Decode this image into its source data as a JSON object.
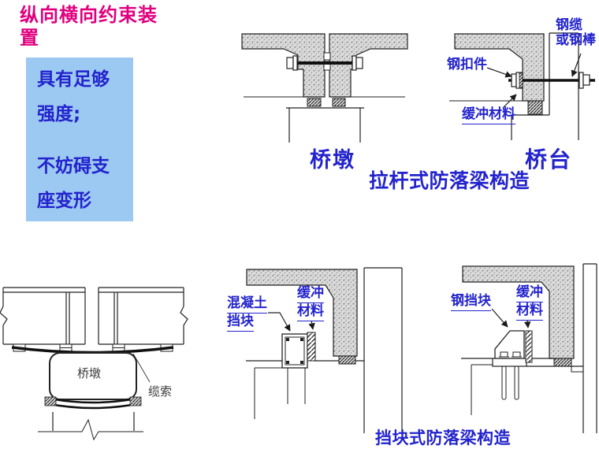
{
  "colors": {
    "title_magenta": "#E0007F",
    "label_blue": "#2323CD",
    "note_box_bg": "#9CC9F1",
    "drawing_line": "#222222",
    "concrete_fill": "#DADADA"
  },
  "title": {
    "text": "纵向横向约束装置"
  },
  "note_box": {
    "lines": [
      "具有足够",
      "强度;",
      "",
      "不妨碍支",
      "座变形"
    ]
  },
  "tie_rod": {
    "caption": "拉杆式防落梁构造",
    "pier": {
      "label": "桥墩"
    },
    "abutment": {
      "label": "桥台",
      "steel_fastener": "钢扣件",
      "cable_or_rod_line1": "钢缆",
      "cable_or_rod_line2": "或钢棒",
      "cushion": "缓冲材料"
    }
  },
  "cable_device": {
    "pier_label": "桥墩",
    "cable_label": "缆索"
  },
  "block": {
    "caption": "挡块式防落梁构造",
    "concrete": {
      "label_line1": "混凝土",
      "label_line2": "挡块",
      "cushion_line1": "缓冲",
      "cushion_line2": "材料"
    },
    "steel": {
      "label": "钢挡块",
      "cushion_line1": "缓冲",
      "cushion_line2": "材料"
    }
  }
}
